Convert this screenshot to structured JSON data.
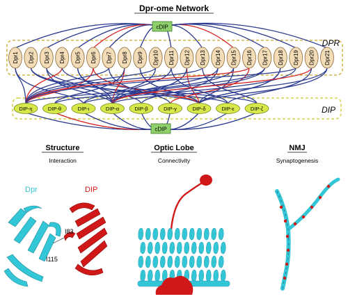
{
  "title": "Dpr-ome Network",
  "hub_top": "cDIP",
  "hub_bottom": "cDIP",
  "group_dpr_label": "DPR",
  "group_dip_label": "DIP",
  "dpr_nodes": [
    "Dpr1",
    "Dpr2",
    "Dpr3",
    "Dpr4",
    "Dpr5",
    "Dpr6",
    "Dpr7",
    "Dpr8",
    "Dpr9",
    "Dpr10",
    "Dpr11",
    "Dpr12",
    "Dpr13",
    "Dpr14",
    "Dpr15",
    "Dpr16",
    "Dpr17",
    "Dpr18",
    "Dpr19",
    "Dpr20",
    "Dpr21"
  ],
  "dip_nodes": [
    "DIP-η",
    "DIP-θ",
    "DIP-ι",
    "DIP-α",
    "DIP-β",
    "DIP-γ",
    "DIP-δ",
    "DIP-ε",
    "DIP-ζ"
  ],
  "panels": [
    {
      "title": "Structure",
      "subtitle": "Interaction"
    },
    {
      "title": "Optic Lobe",
      "subtitle": "Connectivity"
    },
    {
      "title": "NMJ",
      "subtitle": "Synaptogenesis"
    }
  ],
  "structure_labels": {
    "dpr": "Dpr",
    "dip": "DIP",
    "res1": "I83",
    "res2": "I115"
  },
  "colors": {
    "dpr_node": "#f3dcb8",
    "dip_node": "#d6e84a",
    "hub": "#8fd06a",
    "edge_blue": "#2a3a8f",
    "edge_red": "#d62020",
    "group_border": "#d6b44a",
    "cyan": "#33c6d6",
    "red": "#d01818"
  }
}
